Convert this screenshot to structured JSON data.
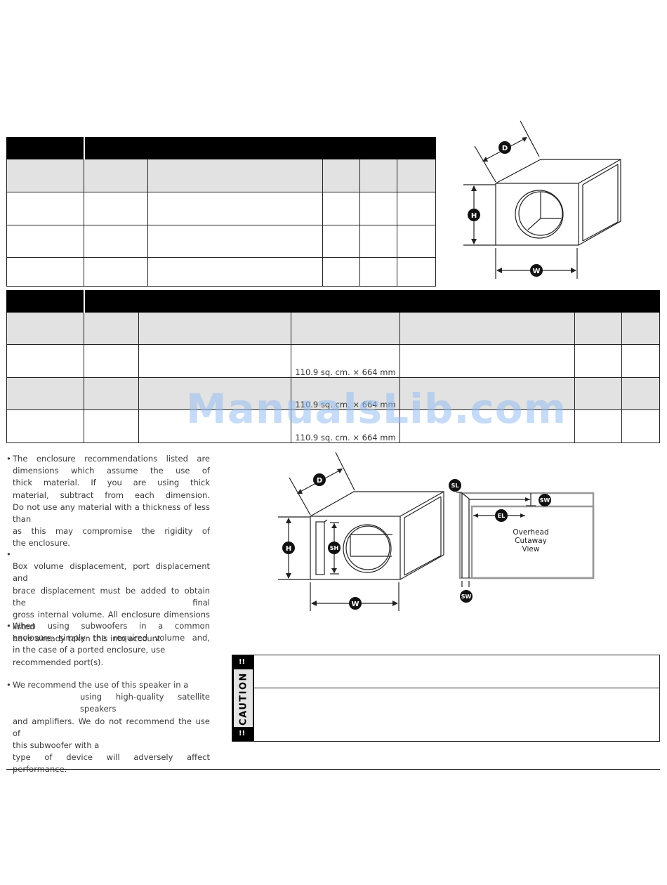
{
  "table1": {
    "rows": [
      [
        "",
        "",
        "",
        "",
        "",
        ""
      ],
      [
        "",
        "",
        "",
        "",
        "",
        ""
      ],
      [
        "",
        "",
        "",
        "",
        "",
        ""
      ]
    ]
  },
  "table2": {
    "rows": [
      [
        "",
        "",
        "",
        "110.9 sq. cm. × 664 mm",
        "",
        "",
        ""
      ],
      [
        "",
        "",
        "",
        "110.9 sq. cm. × 664 mm",
        "",
        "",
        ""
      ],
      [
        "",
        "",
        "",
        "110.9 sq. cm. × 664 mm",
        "",
        "",
        ""
      ]
    ]
  },
  "diagram1": {
    "labels": {
      "depth": "D",
      "height": "H",
      "width": "W"
    }
  },
  "diagram2": {
    "labels": {
      "depth": "D",
      "height": "H",
      "width": "W",
      "slot_height": "SH",
      "slot_length": "SL",
      "slot_width": "SW",
      "extended_length": "EL",
      "cutaway": [
        "Overhead",
        "Cutaway",
        "View"
      ]
    }
  },
  "notes": {
    "bullet": "•",
    "n1": [
      "The enclosure recommendations listed are",
      "dimensions which assume the use of",
      "thick material. If you are using thick",
      "material, subtract from each dimension.",
      "Do not use any material with a thickness of less than",
      "as this may compromise the rigidity of",
      "the enclosure."
    ],
    "n2": [
      "Box volume displacement, port displacement and",
      "brace displacement must be added to obtain the final",
      "gross internal volume. All enclosure dimensions listed",
      "have already taken this into account."
    ],
    "n3": [
      "When using subwoofers in a common",
      "enclosure simply the required volume and,",
      "in the case of a ported enclosure, use",
      "recommended port(s)."
    ],
    "n4": [
      "We recommend the use of this speaker in a",
      "using high-quality satellite speakers",
      "and amplifiers. We do not recommend the use of",
      "this subwoofer with a",
      "type of device will adversely affect performance."
    ]
  },
  "caution": {
    "label": "CAUTION",
    "mark": "!!"
  },
  "watermark": "ManualsLib.com"
}
